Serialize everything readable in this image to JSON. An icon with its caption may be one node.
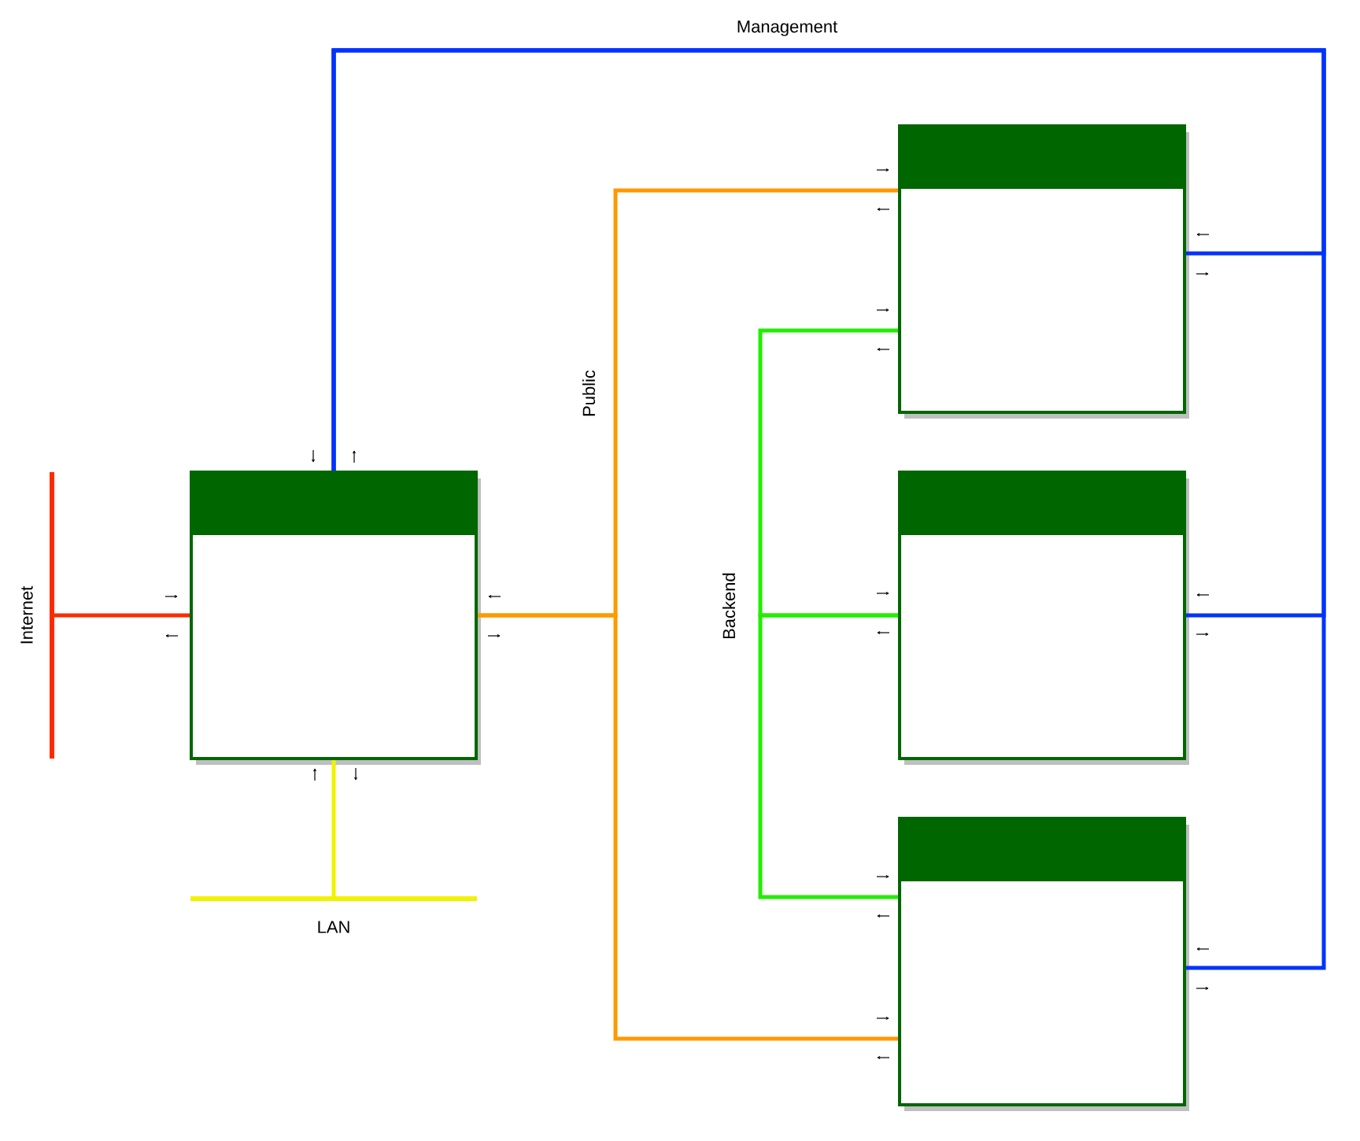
{
  "diagram": {
    "nodes": [
      {
        "text": [],
        "shape": "bar",
        "beside": [
          "Internet"
        ]
      },
      {
        "text": [],
        "shape": "box"
      },
      {
        "text": [],
        "shape": "box"
      },
      {
        "text": [],
        "shape": "box"
      },
      {
        "text": [],
        "shape": "box"
      },
      {
        "text": [],
        "shape": "bar",
        "beside": [
          "LAN"
        ]
      }
    ],
    "edges": [
      {
        "from": 0,
        "to": 1,
        "arrow": "none",
        "color": "#ff2a00"
      },
      {
        "from": 1,
        "to": 5,
        "arrow": "none",
        "color": "#f2f200"
      },
      {
        "from": 1,
        "to": 2,
        "arrow": "none",
        "color": "#ff9900",
        "label": "Public"
      },
      {
        "from": 1,
        "to": 4,
        "arrow": "none",
        "color": "#ff9900"
      },
      {
        "from": 2,
        "to": 3,
        "arrow": "none",
        "color": "#22ee00",
        "label": "Backend"
      },
      {
        "from": 3,
        "to": 4,
        "arrow": "none",
        "color": "#22ee00"
      },
      {
        "from": 1,
        "to": 2,
        "arrow": "none",
        "label": "Management"
      },
      {
        "from": 1,
        "to": 3,
        "arrow": "none"
      },
      {
        "from": 1,
        "to": 4,
        "arrow": "none"
      }
    ]
  }
}
